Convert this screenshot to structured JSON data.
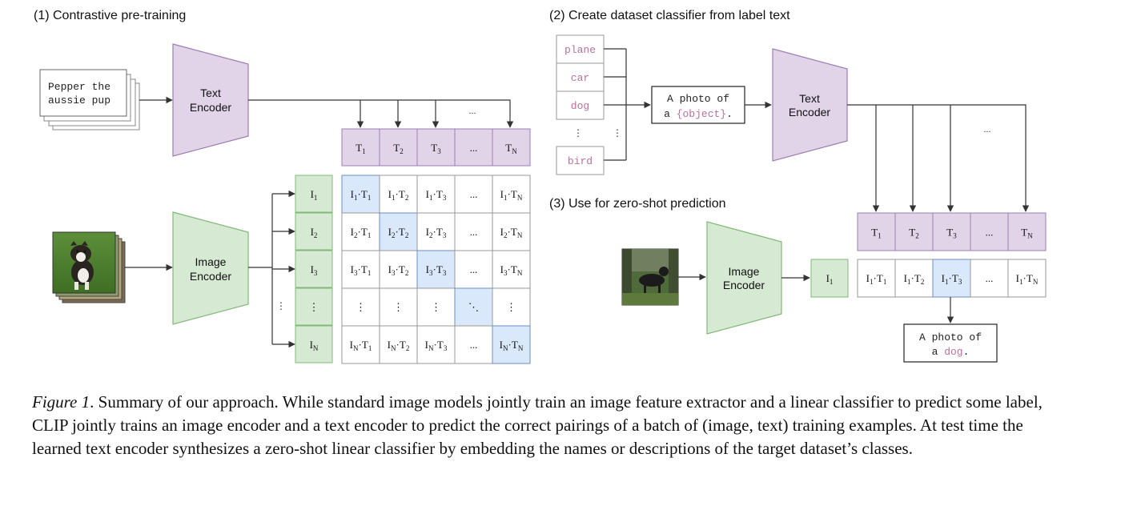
{
  "sections": {
    "pretrain": "(1) Contrastive pre-training",
    "classifier": "(2) Create dataset classifier from label text",
    "zeroshot": "(3) Use for zero-shot prediction"
  },
  "encoders": {
    "text_line1": "Text",
    "text_line2": "Encoder",
    "image_line1": "Image",
    "image_line2": "Encoder"
  },
  "caption_text": {
    "line1": "Pepper the",
    "line2": "aussie pup"
  },
  "labels": [
    "plane",
    "car",
    "dog",
    "bird"
  ],
  "prompt": {
    "line1": "A photo of",
    "prefix": "a ",
    "placeholder": "{object}",
    "suffix": "."
  },
  "prediction": {
    "line1": "A photo of",
    "prefix": "a ",
    "word": "dog",
    "suffix": "."
  },
  "ellipsis": "...",
  "vdots": "⋮",
  "ddots": "⋱",
  "text_tokens": [
    {
      "base": "T",
      "sub": "1"
    },
    {
      "base": "T",
      "sub": "2"
    },
    {
      "base": "T",
      "sub": "3"
    },
    {
      "base": "...",
      "sub": ""
    },
    {
      "base": "T",
      "sub": "N"
    }
  ],
  "image_tokens": [
    {
      "base": "I",
      "sub": "1"
    },
    {
      "base": "I",
      "sub": "2"
    },
    {
      "base": "I",
      "sub": "3"
    },
    {
      "base": "⋮",
      "sub": ""
    },
    {
      "base": "I",
      "sub": "N"
    }
  ],
  "matrix_rows": [
    [
      [
        "I",
        "1",
        "T",
        "1"
      ],
      [
        "I",
        "1",
        "T",
        "2"
      ],
      [
        "I",
        "1",
        "T",
        "3"
      ],
      [
        "...",
        "",
        "",
        ""
      ],
      [
        "I",
        "1",
        "T",
        "N"
      ]
    ],
    [
      [
        "I",
        "2",
        "T",
        "1"
      ],
      [
        "I",
        "2",
        "T",
        "2"
      ],
      [
        "I",
        "2",
        "T",
        "3"
      ],
      [
        "...",
        "",
        "",
        ""
      ],
      [
        "I",
        "2",
        "T",
        "N"
      ]
    ],
    [
      [
        "I",
        "3",
        "T",
        "1"
      ],
      [
        "I",
        "3",
        "T",
        "2"
      ],
      [
        "I",
        "3",
        "T",
        "3"
      ],
      [
        "...",
        "",
        "",
        ""
      ],
      [
        "I",
        "3",
        "T",
        "N"
      ]
    ],
    [
      [
        "⋮",
        "",
        "",
        ""
      ],
      [
        "⋮",
        "",
        "",
        ""
      ],
      [
        "⋮",
        "",
        "",
        ""
      ],
      [
        "⋱",
        "",
        "",
        ""
      ],
      [
        "⋮",
        "",
        "",
        ""
      ]
    ],
    [
      [
        "I",
        "N",
        "T",
        "1"
      ],
      [
        "I",
        "N",
        "T",
        "2"
      ],
      [
        "I",
        "N",
        "T",
        "3"
      ],
      [
        "...",
        "",
        "",
        ""
      ],
      [
        "I",
        "N",
        "T",
        "N"
      ]
    ]
  ],
  "zs_row": [
    [
      "I",
      "1",
      "T",
      "1"
    ],
    [
      "I",
      "1",
      "T",
      "2"
    ],
    [
      "I",
      "1",
      "T",
      "3"
    ],
    [
      "...",
      "",
      "",
      ""
    ],
    [
      "I",
      "1",
      "T",
      "N"
    ]
  ],
  "zs_image_token": {
    "base": "I",
    "sub": "1"
  },
  "colors": {
    "text_encoder": "#e2d4e8",
    "text_encoder_stroke": "#9b7fb0",
    "image_encoder": "#d6e9d2",
    "image_encoder_stroke": "#82b879",
    "highlight": "#dae8fc",
    "highlight_stroke": "#6c8ebf",
    "label_pink": "#b5739d"
  },
  "figure_caption": {
    "label": "Figure 1",
    "text": ". Summary of our approach. While standard image models jointly train an image feature extractor and a linear classifier to predict some label, CLIP jointly trains an image encoder and a text encoder to predict the correct pairings of a batch of (image, text) training examples. At test time the learned text encoder synthesizes a zero-shot linear classifier by embedding the names or descriptions of the target dataset’s classes."
  }
}
